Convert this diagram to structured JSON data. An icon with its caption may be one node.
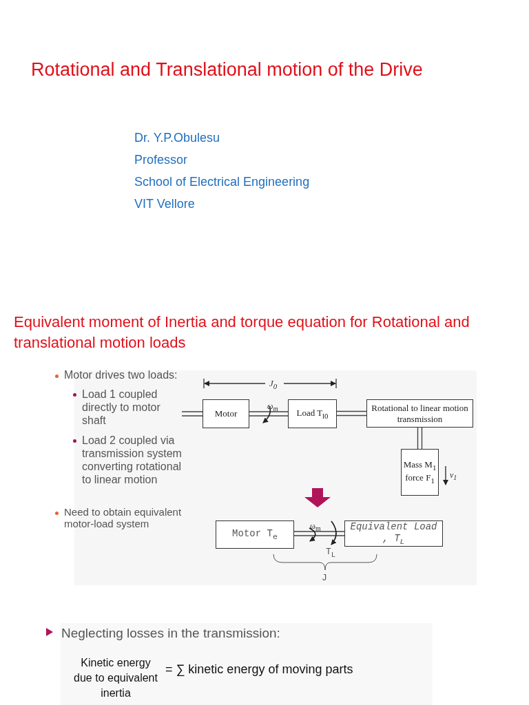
{
  "diagram": {
    "title": "Rotational and Translational motion of the Drive",
    "nodes": [
      {
        "text": [
          "Motor"
        ]
      },
      {
        "text": [
          "Load T$_{l0}$"
        ]
      },
      {
        "text": [
          "Rotational to linear motion transmission"
        ]
      },
      {
        "text": [
          "Mass M$_{1}$ force F$_{1}$"
        ]
      },
      {
        "text": [
          "Motor T$_{e}$"
        ]
      },
      {
        "text": [
          "Equivalent Load , T$_{L}$"
        ]
      }
    ],
    "edges": [
      {
        "from": null,
        "to": 0,
        "arrow": "none"
      },
      {
        "from": 0,
        "to": 1,
        "arrow": "none"
      },
      {
        "from": 1,
        "to": 2,
        "arrow": "none"
      },
      {
        "from": 2,
        "to": 3,
        "arrow": "none"
      },
      {
        "from": 4,
        "to": 5,
        "arrow": "none"
      }
    ],
    "labels": [
      "Dr. Y.P.Obulesu",
      "Professor",
      "School of Electrical Engineering",
      "VIT Vellore",
      "Equivalent moment of Inertia and torque equation for Rotational and translational motion loads",
      "Motor drives two loads:",
      "Load 1 coupled directly to motor shaft",
      "Load 2 coupled via transmission system converting rotational to linear motion",
      "Need to obtain equivalent motor-load system",
      "J$_{0}$",
      "ω$_{m}$",
      "v$_{1}$",
      "ω$_{m}$",
      "T$_{L}$",
      "J",
      "Neglecting losses in the transmission:",
      "Kinetic energy due to equivalent inertia",
      "= ∑ kinetic energy of moving parts"
    ]
  }
}
